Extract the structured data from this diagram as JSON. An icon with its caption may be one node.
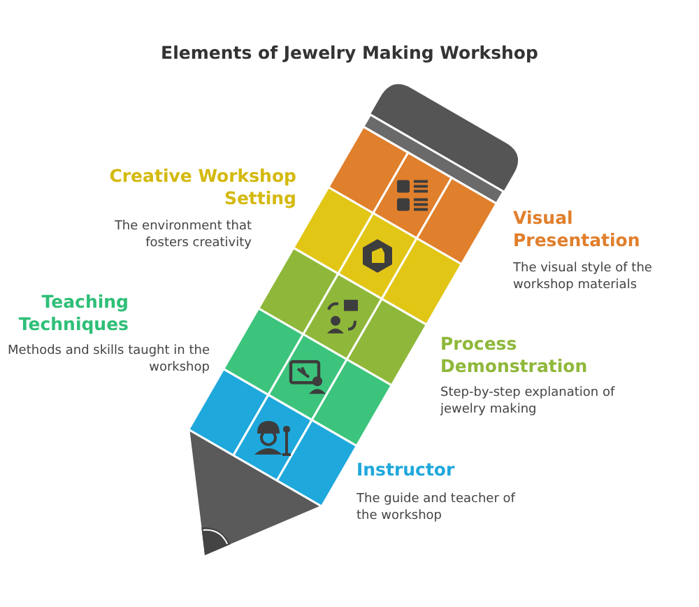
{
  "diagram": {
    "title": "Elements of Jewelry Making Workshop",
    "labels": [
      "Creative Workshop Setting",
      "The environment that fosters creativity",
      "Visual Presentation",
      "The visual style of the workshop materials",
      "Teaching Techniques",
      "Methods and skills taught in the workshop",
      "Process Demonstration",
      "Step-by-step explanation of jewelry making",
      "Instructor",
      "The guide and teacher of the workshop"
    ]
  }
}
